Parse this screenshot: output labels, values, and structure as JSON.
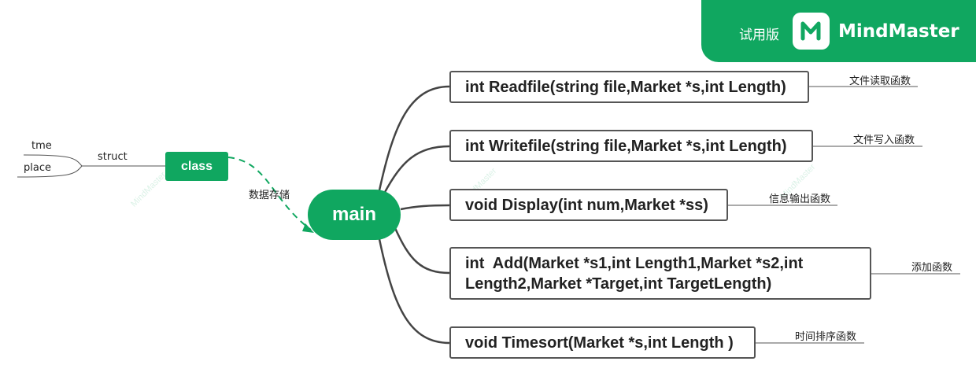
{
  "banner": {
    "trial_label": "试用版",
    "brand_name": "MindMaster",
    "accent_color": "#10a760"
  },
  "root": {
    "label": "main"
  },
  "branches": [
    {
      "signature": "int Readfile(string file,Market *s,int Length)",
      "note": "文件读取函数"
    },
    {
      "signature": "int Writefile(string file,Market *s,int Length)",
      "note": "文件写入函数"
    },
    {
      "signature": "void Display(int num,Market *ss)",
      "note": "信息输出函数"
    },
    {
      "signature": "int  Add(Market *s1,int Length1,Market *s2,int Length2,Market *Target,int TargetLength)",
      "note": "添加函数"
    },
    {
      "signature": "void Timesort(Market *s,int Length )",
      "note": "时间排序函数"
    }
  ],
  "class_node": {
    "label": "class",
    "struct_label": "struct",
    "fields": [
      "tme",
      "place"
    ],
    "relation_label": "数据存储"
  },
  "watermark": "MindMaster"
}
